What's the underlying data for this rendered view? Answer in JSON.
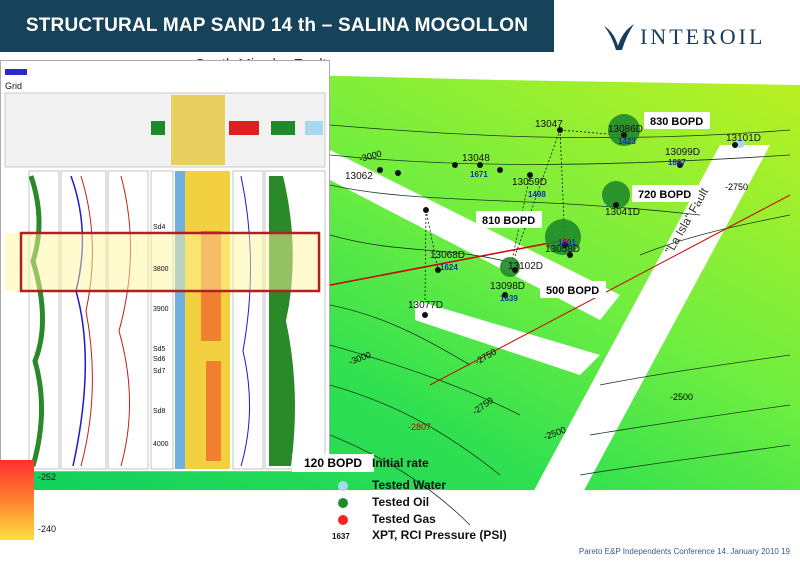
{
  "header": {
    "title": "STRUCTURAL MAP SAND 14 th – SALINA MOGOLLON",
    "logo_text": "INTEROIL"
  },
  "map": {
    "faults": {
      "south_mirador": "South Mirador Fault",
      "la_isla": "\"La Isla\" Fault"
    },
    "contours": [
      "-3000",
      "-2750",
      "-2750",
      "-3000",
      "-2750",
      "-2500",
      "-2500",
      "-2807"
    ],
    "wells": [
      "13047",
      "13086D",
      "13101D",
      "13048",
      "13062",
      "13059D",
      "13099D",
      "13041D",
      "13068D",
      "13058D",
      "13102D",
      "13098D",
      "13077D"
    ],
    "pressures": [
      "1423",
      "1867",
      "1671",
      "1498",
      "1624",
      "1639",
      "1601"
    ],
    "rates": [
      "830 BOPD",
      "720 BOPD",
      "810 BOPD",
      "500 BOPD"
    ]
  },
  "log_panel": {
    "grid_label": "Grid",
    "depth_labels": [
      "Sd4",
      "Sd5",
      "Sd6",
      "Sd7",
      "Sd8",
      "3800",
      "3900",
      "4000"
    ]
  },
  "colorbar": {
    "top_value": "-252",
    "bottom_value": "-240"
  },
  "legend": {
    "rate_example": "120 BOPD",
    "initial_rate": "Initial rate",
    "water": "Tested Water",
    "oil": "Tested Oil",
    "gas": "Tested Gas",
    "pressure_example": "1637",
    "pressure_label": "XPT, RCI Pressure (PSI)",
    "colors": {
      "water": "#a8d8f0",
      "oil": "#1f8a2a",
      "gas": "#ff2020"
    }
  },
  "footer": {
    "text": "Pareto E&P Independents Conference 14. January 2010 19"
  }
}
